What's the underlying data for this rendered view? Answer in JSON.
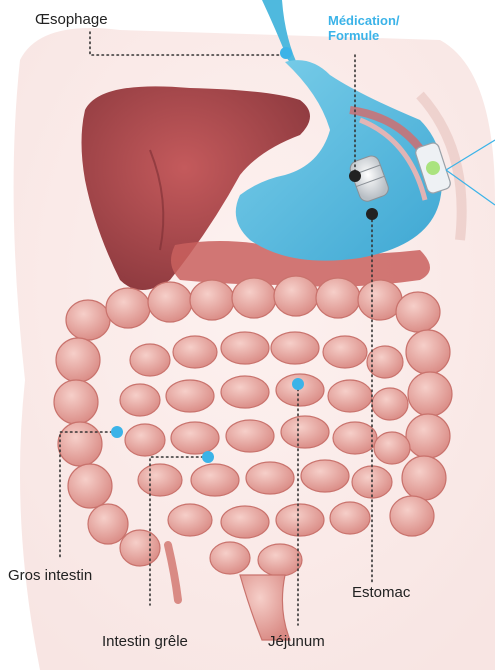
{
  "diagram": {
    "labels": {
      "esophagus": "Œsophage",
      "medication_line1": "Médication/",
      "medication_line2": "Formule",
      "large_intestine": "Gros intestin",
      "stomach": "Estomac",
      "small_intestine": "Intestin grêle",
      "jejunum": "Jéjunum"
    },
    "colors": {
      "accent": "#3bb3e8",
      "stomach": "#4fb9de",
      "liver": "#a8454a",
      "intestine": "#e8a39d",
      "connector": "#333333"
    }
  }
}
